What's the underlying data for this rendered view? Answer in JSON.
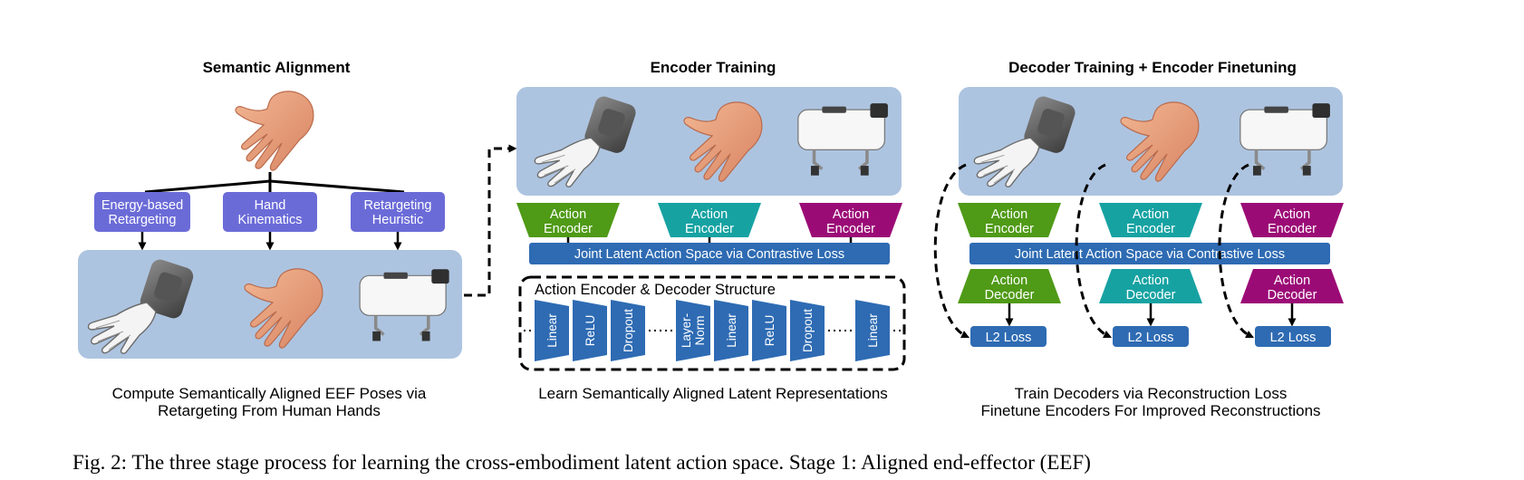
{
  "panel1": {
    "title": "Semantic Alignment",
    "boxes": [
      {
        "line1": "Energy-based",
        "line2": "Retargeting"
      },
      {
        "line1": "Hand",
        "line2": "Kinematics"
      },
      {
        "line1": "Retargeting",
        "line2": "Heuristic"
      }
    ],
    "caption_line1": "Compute Semantically Aligned EEF Poses via",
    "caption_line2": "Retargeting From Human Hands"
  },
  "panel2": {
    "title": "Encoder Training",
    "encoder_line1": "Action",
    "encoder_line2": "Encoder",
    "latent_space": "Joint Latent Action Space via Contrastive Loss",
    "structure_title": "Action Encoder & Decoder Structure",
    "layers": [
      "Linear",
      "ReLU",
      "Dropout",
      "Layer-",
      "Norm",
      "Linear",
      "ReLU",
      "Dropout",
      "Linear"
    ],
    "caption": "Learn Semantically Aligned Latent Representations"
  },
  "panel3": {
    "title": "Decoder Training + Encoder Finetuning",
    "encoder_line1": "Action",
    "encoder_line2": "Encoder",
    "decoder_line1": "Action",
    "decoder_line2": "Decoder",
    "latent_space": "Joint Latent Action Space via Contrastive Loss",
    "loss": "L2 Loss",
    "caption_line1": "Train Decoders via Reconstruction Loss",
    "caption_line2": "Finetune Encoders For Improved Reconstructions"
  },
  "figure_caption": "Fig. 2: The three stage process for learning the cross-embodiment latent action space. Stage 1: Aligned end-effector (EEF)",
  "colors": {
    "panel_bg": "#adc4e0",
    "retarget_box": "#6b6bd8",
    "latent_bar": "#2e6bb3",
    "green": "#4f9a16",
    "teal": "#17a2a2",
    "magenta": "#9b0b76",
    "layer_blue": "#2e6bb3"
  }
}
